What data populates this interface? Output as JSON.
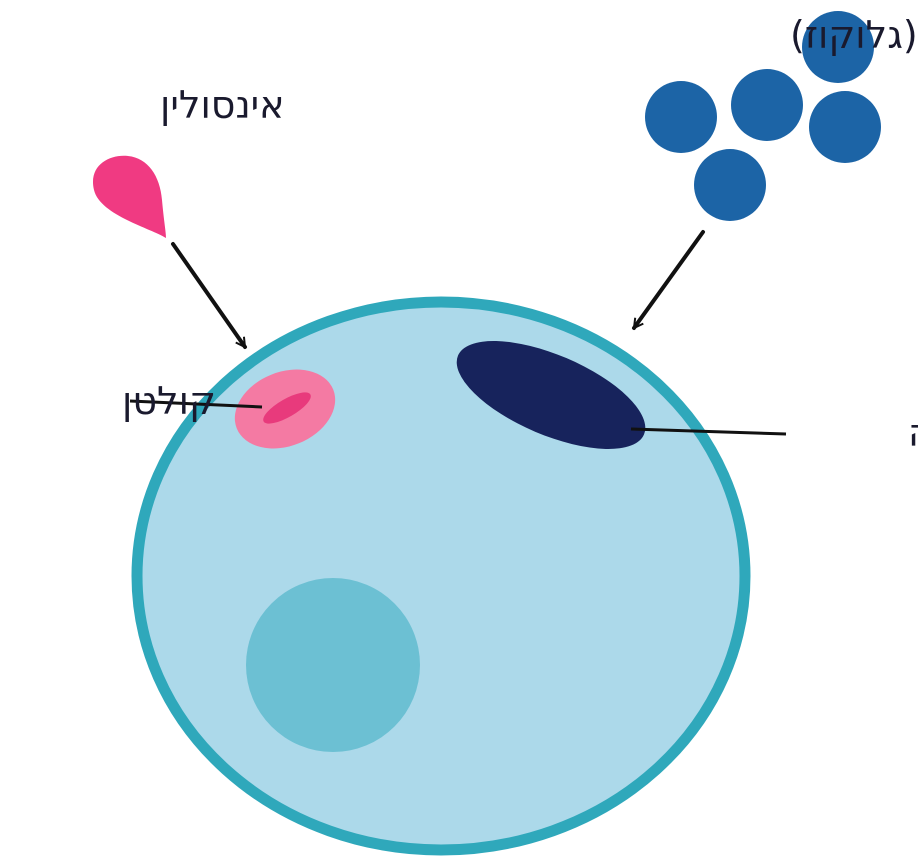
{
  "labels": {
    "sugar": "סוכר (גלוקוז)",
    "insulin": "אינסולין",
    "receptor": "קולטן",
    "channel": "תעלה"
  },
  "colors": {
    "cell_fill": "#acd9ea",
    "cell_outline": "#2fa8bb",
    "nucleus": "#6cc0d3",
    "receptor_outer": "#f47aa3",
    "receptor_inner": "#e83a7c",
    "channel": "#17235c",
    "glucose": "#1c64a6",
    "insulin": "#f03a82",
    "arrow": "#111111",
    "text": "#1a1a2e"
  },
  "icons": {
    "insulin": "teardrop-shape",
    "glucose": "circle-cluster"
  }
}
